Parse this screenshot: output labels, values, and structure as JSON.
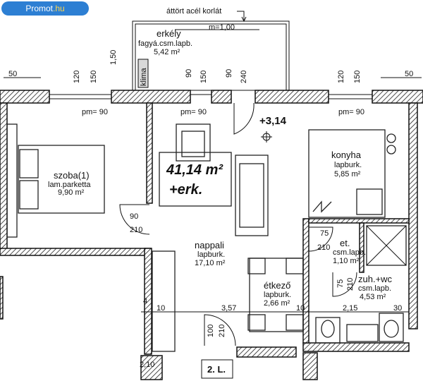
{
  "watermark": {
    "brand": "Promot",
    "suffix": ".hu"
  },
  "header": {
    "railing_note": "áttört acél korlát"
  },
  "total_area": {
    "value": "41,14 m²",
    "suffix": "+erk."
  },
  "level": "+3,14",
  "balcony": {
    "name": "erkély",
    "finish": "fagyá.csm.lapb.",
    "area": "5,42 m²",
    "width": "m=1,00",
    "klima": "klima"
  },
  "rooms": {
    "szoba": {
      "name": "szoba(1)",
      "finish": "lam.parketta",
      "area": "9,90 m²"
    },
    "konyha": {
      "name": "konyha",
      "finish": "lapburk.",
      "area": "5,85 m²"
    },
    "nappali": {
      "name": "nappali",
      "finish": "lapburk.",
      "area": "17,10 m²"
    },
    "etkezo": {
      "name": "étkező",
      "finish": "lapburk.",
      "area": "2,66 m²"
    },
    "et": {
      "name": "et.",
      "finish": "csm.lapb.",
      "area": "1,10 m²"
    },
    "zuh": {
      "name": "zuh.+wc",
      "finish": "csm.lapb.",
      "area": "4,53 m²"
    }
  },
  "dims": {
    "left50": "50",
    "right50": "50",
    "w120a": "120",
    "w150a": "150",
    "h150": "1,50",
    "w90b": "90",
    "w150b": "150",
    "w90c": "90",
    "w240": "240",
    "w120d": "120",
    "w150d": "150",
    "pm1": "pm= 90",
    "pm2": "pm= 90",
    "pm3": "pm= 90",
    "d90": "90",
    "d210": "210",
    "e75": "75",
    "e210": "210",
    "e75b": "75",
    "e210b": "210",
    "s4": "4",
    "s10a": "10",
    "s357": "3,57",
    "s10b": "10",
    "s215": "2,15",
    "s30": "30",
    "b100": "100",
    "b210": "210",
    "b210b": "2,10",
    "floor": "2. L."
  }
}
